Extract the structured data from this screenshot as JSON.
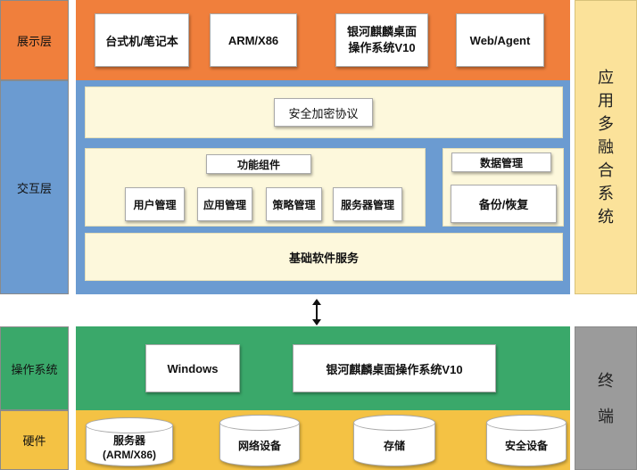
{
  "layers": {
    "display": "展示层",
    "interaction": "交互层",
    "os": "操作系统",
    "hardware": "硬件"
  },
  "right": {
    "app_system": [
      "应",
      "用",
      "多",
      "融",
      "合",
      "系",
      "统"
    ],
    "terminal": [
      "终",
      "端"
    ]
  },
  "display_items": [
    "台式机/笔记本",
    "ARM/X86",
    "银河麒麟桌面操作系统V10",
    "Web/Agent"
  ],
  "security": "安全加密协议",
  "function_components": {
    "title": "功能组件",
    "items": [
      "用户管理",
      "应用管理",
      "策略管理",
      "服务器管理"
    ]
  },
  "data_management": {
    "title": "数据管理",
    "item": "备份/恢复"
  },
  "base_service": "基础软件服务",
  "os_items": [
    "Windows",
    "银河麒麟桌面操作系统V10"
  ],
  "hardware_items": [
    "服务器\n(ARM/X86)",
    "网络设备",
    "存储",
    "安全设备"
  ],
  "colors": {
    "display": "#f07f3c",
    "interaction": "#6b9bd1",
    "os": "#3aa86a",
    "hardware": "#f4c244",
    "app_system": "#fbe29a",
    "terminal": "#9b9b9b",
    "panel": "#fdf8dc"
  }
}
